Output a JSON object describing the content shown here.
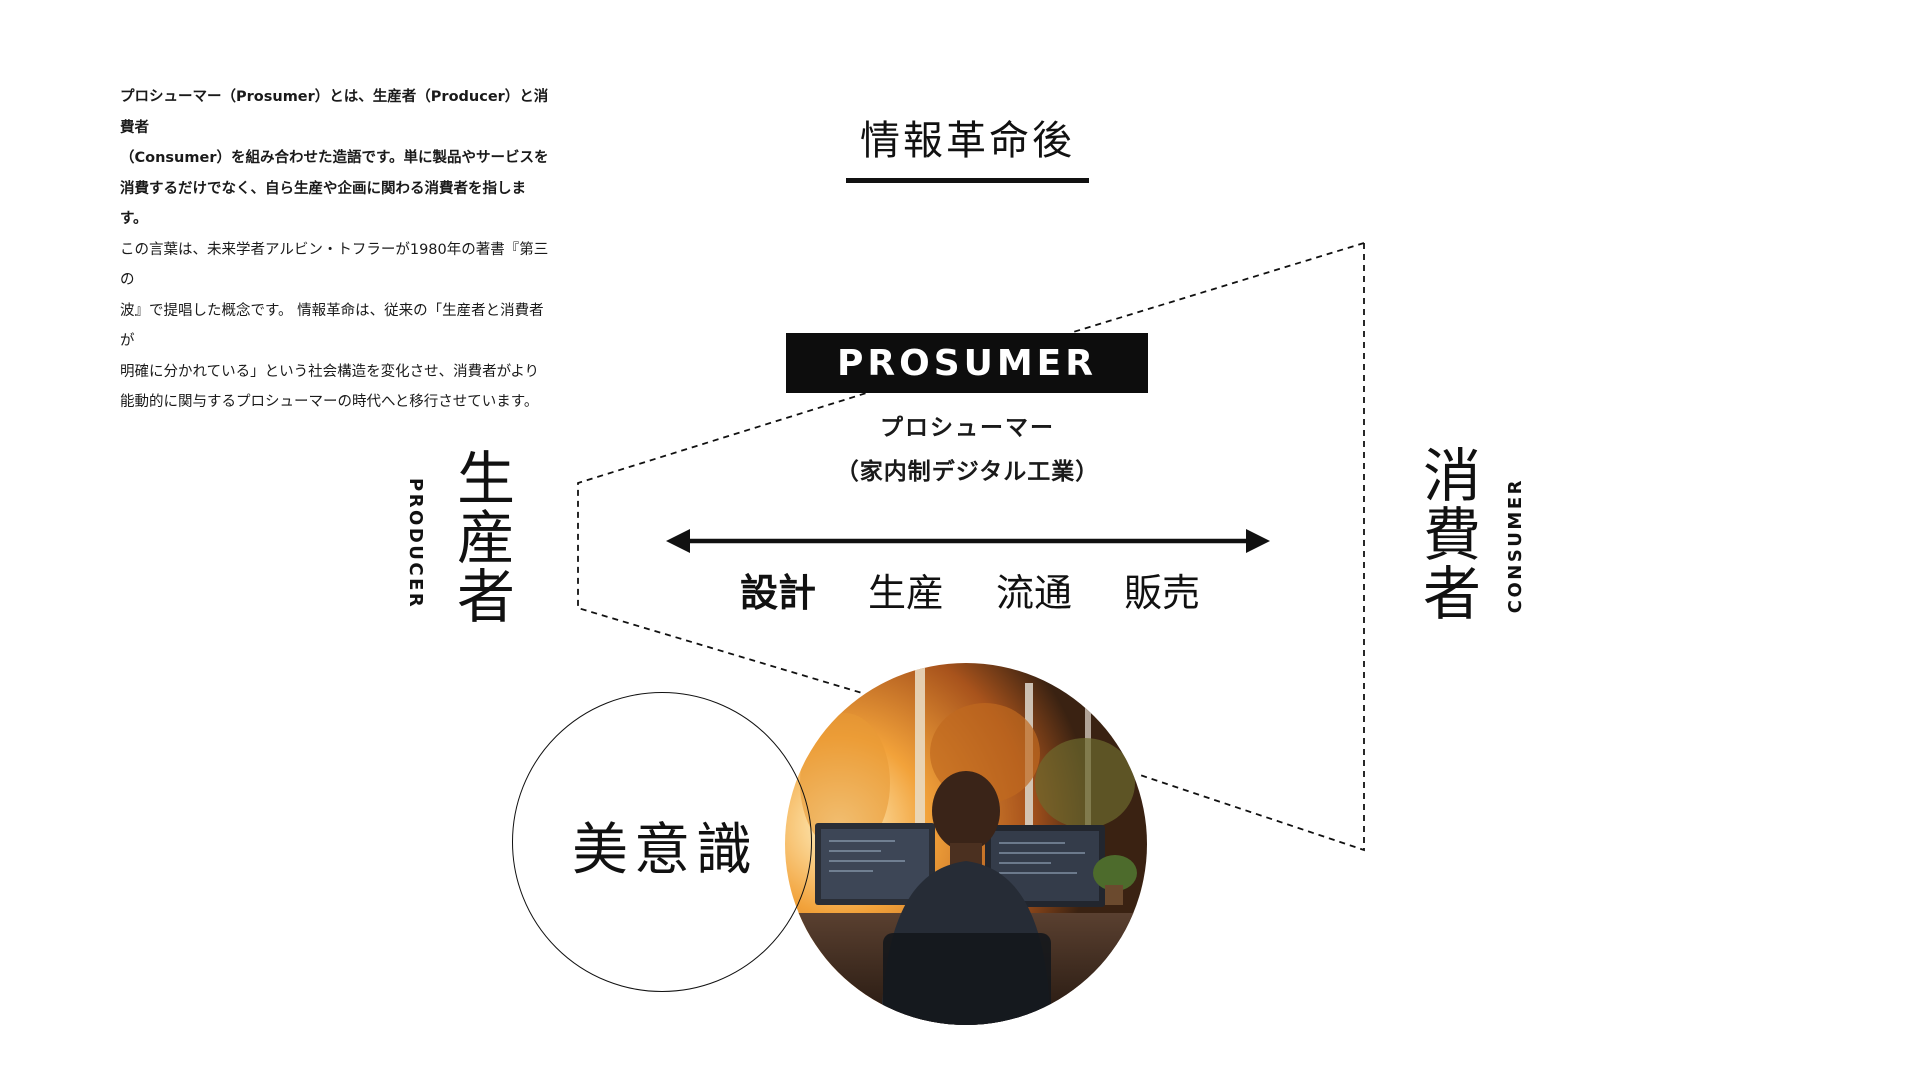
{
  "intro": {
    "lead_lines": [
      "プロシューマー（Prosumer）とは、生産者（Producer）と消費者",
      "（Consumer）を組み合わせた造語です。単に製品やサービスを",
      "消費するだけでなく、自ら生産や企画に関わる消費者を指します。"
    ],
    "body_lines": [
      "この言葉は、未来学者アルビン・トフラーが1980年の著書『第三の",
      "波』で提唱した概念です。 情報革命は、従来の「生産者と消費者が",
      "明確に分かれている」という社会構造を変化させ、消費者がより",
      "能動的に関与するプロシューマーの時代へと移行させています。"
    ]
  },
  "heading": "情報革命後",
  "badge": "PROSUMER",
  "subtitle_1": "プロシューマー",
  "subtitle_2": "（家内制デジタル工業）",
  "stages": [
    "設計",
    "生産",
    "流通",
    "販売"
  ],
  "producer": {
    "kanji": "生産者",
    "english": "PRODUCER"
  },
  "consumer": {
    "kanji": "消費者",
    "english": "CONSUMER"
  },
  "aesthetic": "美意識",
  "colors": {
    "ink": "#111111",
    "badge_bg": "#0d0d0d",
    "badge_text": "#ffffff",
    "background": "#ffffff"
  },
  "icons": [
    "double-headed-arrow",
    "photo-person-at-computer"
  ]
}
